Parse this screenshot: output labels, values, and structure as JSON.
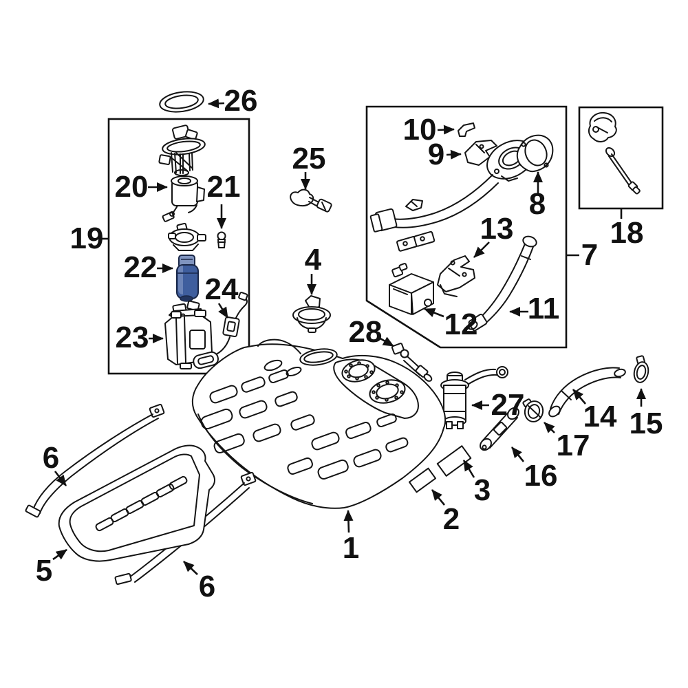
{
  "diagram": {
    "type": "exploded-parts-diagram",
    "subject": "vehicle fuel tank and fuel pump system",
    "background_color": "#ffffff",
    "line_color": "#141414",
    "highlighted_callout": "22",
    "highlight_colors": {
      "cap": "#8094bf",
      "body": "#3f5e9e",
      "shadow": "#23355f"
    }
  },
  "groups": [
    {
      "label": "19",
      "style": "rectangular-outline",
      "contains_callouts": [
        "20",
        "21",
        "22",
        "23",
        "24"
      ]
    },
    {
      "label": "7",
      "style": "rectangular-outline",
      "contains_callouts": [
        "8",
        "9",
        "10",
        "11",
        "12",
        "13"
      ]
    },
    {
      "label": "18",
      "style": "rectangular-outline",
      "contains_callouts": []
    }
  ],
  "callouts": [
    {
      "part": "26",
      "label": "26"
    },
    {
      "part": "19",
      "label": "19"
    },
    {
      "part": "20",
      "label": "20"
    },
    {
      "part": "21",
      "label": "21"
    },
    {
      "part": "22",
      "label": "22"
    },
    {
      "part": "24",
      "label": "24"
    },
    {
      "part": "23",
      "label": "23"
    },
    {
      "part": "25",
      "label": "25"
    },
    {
      "part": "4",
      "label": "4"
    },
    {
      "part": "10",
      "label": "10"
    },
    {
      "part": "9",
      "label": "9"
    },
    {
      "part": "8",
      "label": "8"
    },
    {
      "part": "13",
      "label": "13"
    },
    {
      "part": "12",
      "label": "12"
    },
    {
      "part": "11",
      "label": "11"
    },
    {
      "part": "7",
      "label": "7"
    },
    {
      "part": "18",
      "label": "18"
    },
    {
      "part": "28",
      "label": "28"
    },
    {
      "part": "27",
      "label": "27"
    },
    {
      "part": "17",
      "label": "17"
    },
    {
      "part": "16",
      "label": "16"
    },
    {
      "part": "14",
      "label": "14"
    },
    {
      "part": "15",
      "label": "15"
    },
    {
      "part": "3",
      "label": "3"
    },
    {
      "part": "2",
      "label": "2"
    },
    {
      "part": "1",
      "label": "1"
    },
    {
      "part": "6",
      "label": "6"
    },
    {
      "part": "5",
      "label": "5"
    },
    {
      "part": "6",
      "label": "6"
    }
  ]
}
